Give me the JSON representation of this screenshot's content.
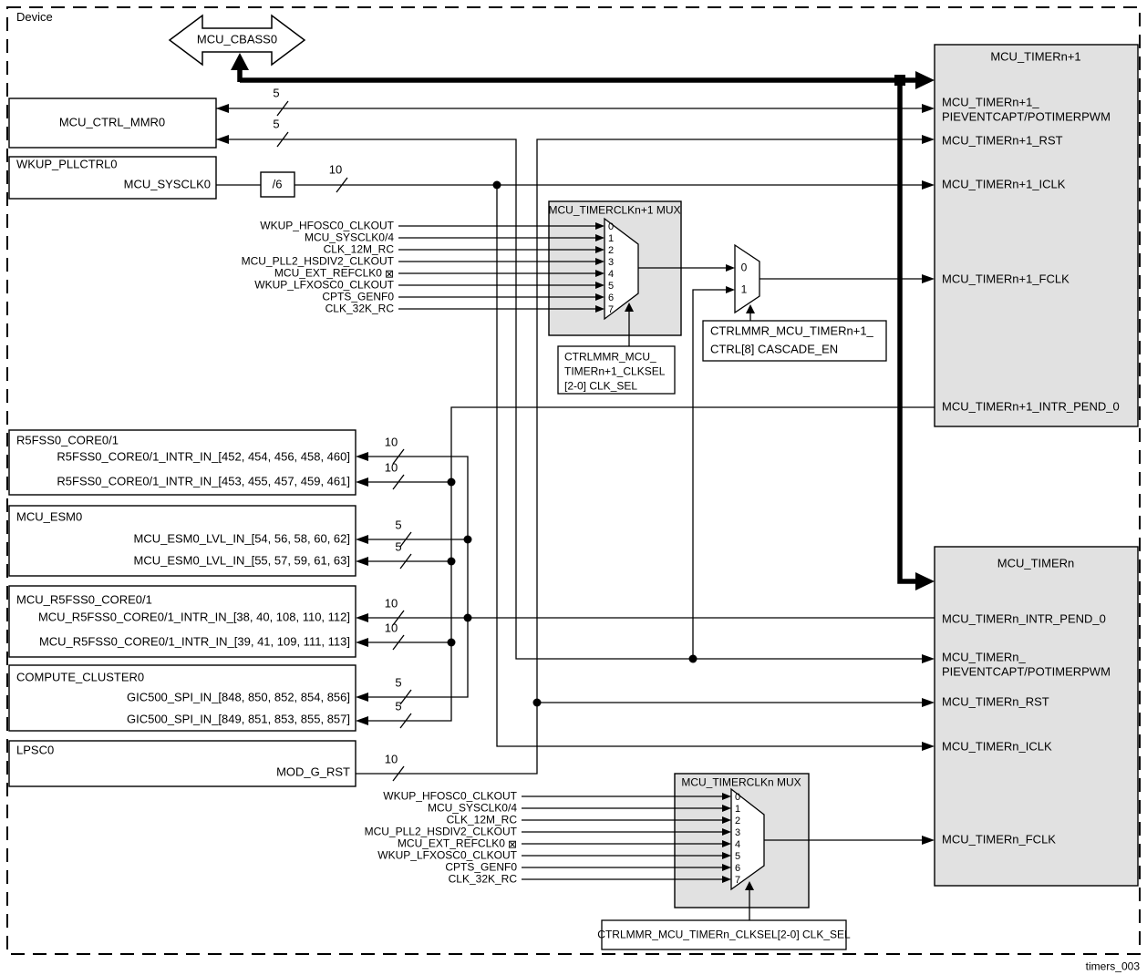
{
  "device_label": "Device",
  "figure_id": "timers_003",
  "bus": {
    "label": "MCU_CBASS0"
  },
  "bus_widths": {
    "w5": "5",
    "w10": "10"
  },
  "colors": {
    "box_fill": "#e1e1e1",
    "line": "#000000",
    "background": "#ffffff"
  },
  "io_pad_icon": "⊠",
  "left_column": {
    "ctrl_mmr_title": "MCU_CTRL_MMR0",
    "pllctrl_title": "WKUP_PLLCTRL0",
    "pllctrl_port": "MCU_SYSCLK0",
    "divider_label": "/6",
    "r5fss": {
      "title": "R5FSS0_CORE0/1",
      "row1": "R5FSS0_CORE0/1_INTR_IN_[452, 454, 456, 458, 460]",
      "row2": "R5FSS0_CORE0/1_INTR_IN_[453, 455, 457, 459, 461]"
    },
    "esm": {
      "title": "MCU_ESM0",
      "row1": "MCU_ESM0_LVL_IN_[54, 56, 58, 60, 62]",
      "row2": "MCU_ESM0_LVL_IN_[55, 57, 59, 61, 63]"
    },
    "mcu_r5fss": {
      "title": "MCU_R5FSS0_CORE0/1",
      "row1": "MCU_R5FSS0_CORE0/1_INTR_IN_[38, 40, 108, 110, 112]",
      "row2": "MCU_R5FSS0_CORE0/1_INTR_IN_[39, 41, 109, 111, 113]"
    },
    "compute": {
      "title": "COMPUTE_CLUSTER0",
      "row1": "GIC500_SPI_IN_[848, 850, 852, 854, 856]",
      "row2": "GIC500_SPI_IN_[849, 851, 853, 855, 857]"
    },
    "lpsc": {
      "title": "LPSC0",
      "port": "MOD_G_RST"
    }
  },
  "clock_inputs": [
    "WKUP_HFOSC0_CLKOUT",
    "MCU_SYSCLK0/4",
    "CLK_12M_RC",
    "MCU_PLL2_HSDIV2_CLKOUT",
    "MCU_EXT_REFCLK0",
    "WKUP_LFXOSC0_CLKOUT",
    "CPTS_GENF0",
    "CLK_32K_RC"
  ],
  "mux_input_numbers": [
    "0",
    "1",
    "2",
    "3",
    "4",
    "5",
    "6",
    "7"
  ],
  "mux_top": {
    "title": "MCU_TIMERCLKn+1 MUX",
    "select_line1": "CTRLMMR_MCU_",
    "select_line2": "TIMERn+1_CLKSEL",
    "select_line3": "[2-0] CLK_SEL"
  },
  "mux_bottom": {
    "title": "MCU_TIMERCLKn MUX",
    "select_label": "CTRLMMR_MCU_TIMERn_CLKSEL[2-0] CLK_SEL"
  },
  "cascade": {
    "input0": "0",
    "input1": "1",
    "label_line1": "CTRLMMR_MCU_TIMERn+1_",
    "label_line2": "CTRL[8] CASCADE_EN"
  },
  "timer_np1": {
    "title": "MCU_TIMERn+1",
    "pievent_line1": "MCU_TIMERn+1_",
    "pievent_line2": "PIEVENTCAPT/POTIMERPWM",
    "rst": "MCU_TIMERn+1_RST",
    "iclk": "MCU_TIMERn+1_ICLK",
    "fclk": "MCU_TIMERn+1_FCLK",
    "intr_pend": "MCU_TIMERn+1_INTR_PEND_0"
  },
  "timer_n": {
    "title": "MCU_TIMERn",
    "intr_pend": "MCU_TIMERn_INTR_PEND_0",
    "pievent_line1": "MCU_TIMERn_",
    "pievent_line2": "PIEVENTCAPT/POTIMERPWM",
    "rst": "MCU_TIMERn_RST",
    "iclk": "MCU_TIMERn_ICLK",
    "fclk": "MCU_TIMERn_FCLK"
  }
}
